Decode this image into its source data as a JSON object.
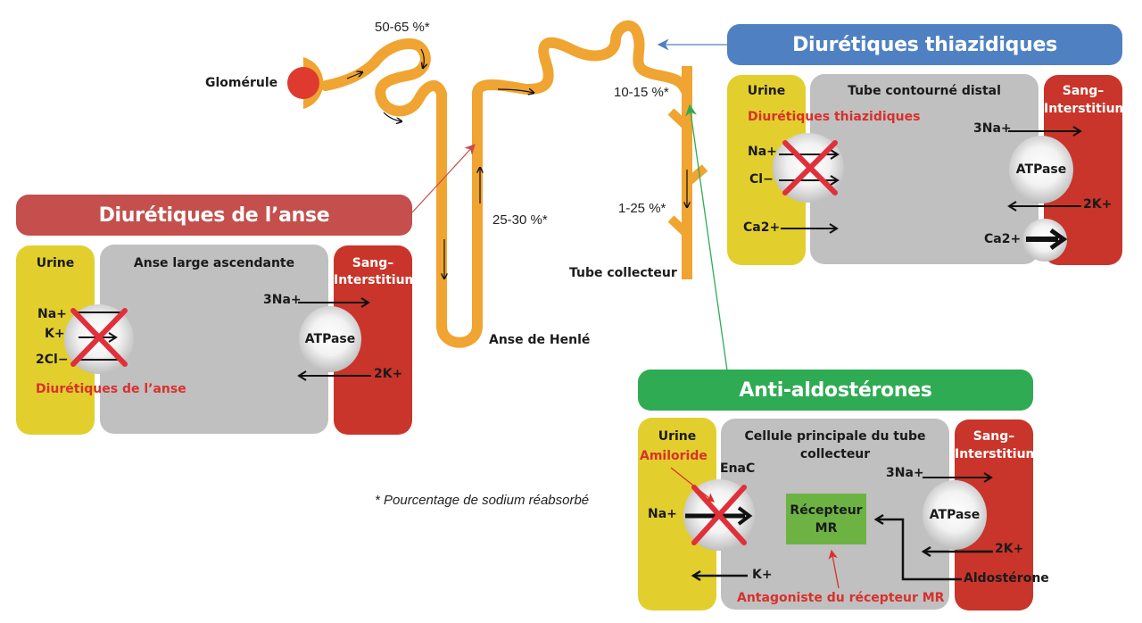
{
  "colors": {
    "tubule": "#f0a431",
    "glomerulus": "#de3a30",
    "loop_banner": "#c44f4c",
    "thiazide_banner": "#4f81c2",
    "antialdo_banner": "#2fab54",
    "urine_zone": "#e2cf2e",
    "cell_zone": "#c0c0c0",
    "blood_zone": "#c9352a",
    "drug_text": "#d9302c",
    "receptor_box": "#6db344"
  },
  "nephron": {
    "glomerulus_label": "Glomérule",
    "proximal_pct": "50-65 %*",
    "loop_pct": "25-30 %*",
    "distal_pct": "10-15 %*",
    "collecting_pct": "1-25 %*",
    "loop_label": "Anse de Henlé",
    "collecting_label": "Tube collecteur"
  },
  "footnote": "* Pourcentage de sodium réabsorbé",
  "loop_diuretics": {
    "banner": "Diurétiques de l’anse",
    "urine_title": "Urine",
    "cell_title": "Anse large ascendante",
    "blood_title_line1": "Sang–",
    "blood_title_line2": "Interstitium",
    "cotransporter_ions": [
      "Na+",
      "K+",
      "2Cl−"
    ],
    "drug_label": "Diurétiques de l’anse",
    "pump_label": "ATPase",
    "pump_out": "3Na+",
    "pump_in": "2K+"
  },
  "thiazide_diuretics": {
    "banner": "Diurétiques thiazidiques",
    "urine_title": "Urine",
    "cell_title": "Tube contourné distal",
    "blood_title_line1": "Sang–",
    "blood_title_line2": "Interstitium",
    "drug_label": "Diurétiques thiazidiques",
    "cotransporter_ions": [
      "Na+",
      "Cl−"
    ],
    "calcium_apical": "Ca2+",
    "pump_label": "ATPase",
    "pump_out": "3Na+",
    "pump_in": "2K+",
    "calcium_basolateral": "Ca2+"
  },
  "anti_aldosterone": {
    "banner": "Anti-aldostérones",
    "urine_title": "Urine",
    "cell_title_line1": "Cellule principale du tube",
    "cell_title_line2": "collecteur",
    "blood_title_line1": "Sang–",
    "blood_title_line2": "Interstitium",
    "amiloride_label": "Amiloride",
    "channel_label": "EnaC",
    "channel_ion": "Na+",
    "k_secretion": "K+",
    "receptor_line1": "Récepteur",
    "receptor_line2": "MR",
    "antagonist_label": "Antagoniste du récepteur MR",
    "pump_label": "ATPase",
    "pump_out": "3Na+",
    "pump_in": "2K+",
    "hormone": "Aldostérone"
  }
}
